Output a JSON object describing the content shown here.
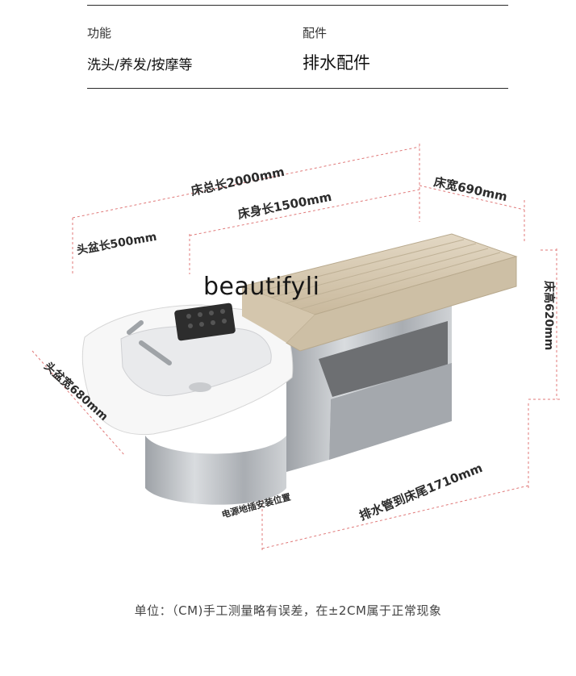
{
  "specs": {
    "function_label": "功能",
    "function_value": "洗头/养发/按摩等",
    "accessory_label": "配件",
    "accessory_value": "排水配件"
  },
  "dimensions": {
    "total_length": "床总长2000mm",
    "body_length": "床身长1500mm",
    "basin_length": "头盆长500mm",
    "bed_width": "床宽690mm",
    "bed_height": "床高620mm",
    "basin_width": "头盆宽680mm",
    "drain_distance": "排水管到床尾1710mm",
    "power_position": "电源地插安装位置"
  },
  "brand": "beautifyli",
  "footnote": "单位：（CM)手工测量略有误差，在±2CM属于正常现象",
  "colors": {
    "guide_line": "#e07a7a",
    "cushion": "#d6c9b2",
    "steel": "#b9bcc0",
    "basin": "#f7f7f7"
  }
}
